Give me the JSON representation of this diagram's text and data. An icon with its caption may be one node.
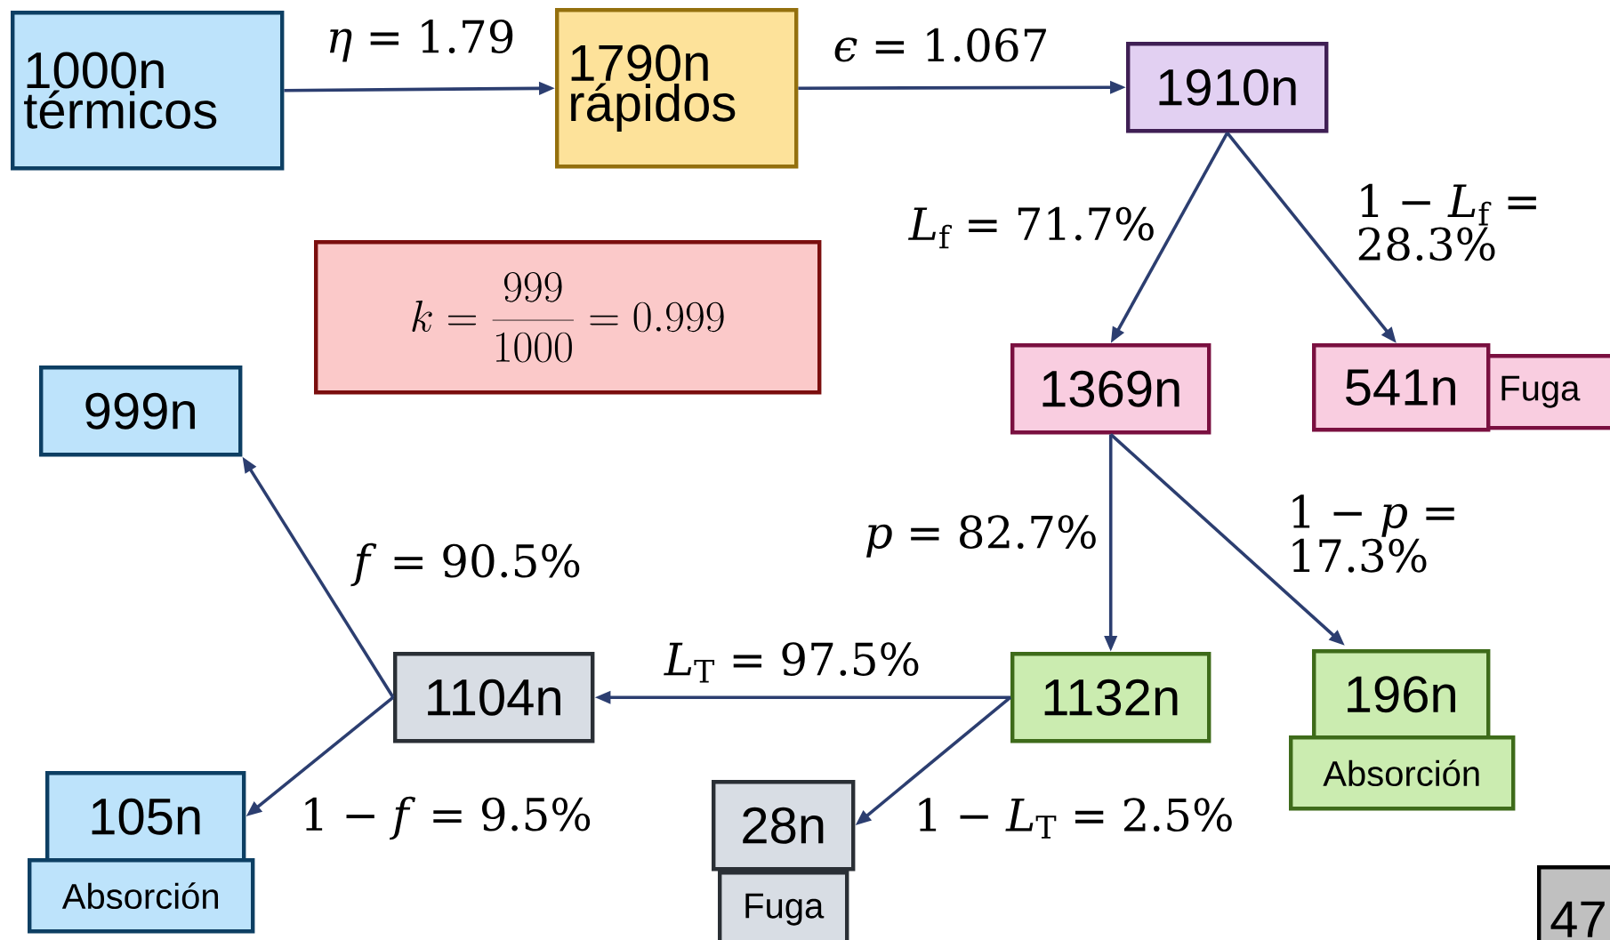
{
  "diagram": {
    "nodes": [
      {
        "text": [
          "1000n térmicos"
        ]
      },
      {
        "text": [
          "1790n rápidos"
        ]
      },
      {
        "text": [
          "1910n"
        ]
      },
      {
        "text": [
          "k = \\frac{999}{1000} = 0.999"
        ]
      },
      {
        "text": [
          "1369n"
        ]
      },
      {
        "text": [
          "541n"
        ]
      },
      {
        "text": [
          "Fuga"
        ]
      },
      {
        "text": [
          "999n"
        ]
      },
      {
        "text": [
          "1104n"
        ]
      },
      {
        "text": [
          "1132n"
        ]
      },
      {
        "text": [
          "196n"
        ]
      },
      {
        "text": [
          "Absorción"
        ]
      },
      {
        "text": [
          "105n"
        ]
      },
      {
        "text": [
          "Absorción"
        ]
      },
      {
        "text": [
          "28n"
        ]
      },
      {
        "text": [
          "Fuga"
        ]
      },
      {
        "text": [
          "47"
        ]
      }
    ],
    "edges": [
      {
        "from": 0,
        "to": 1,
        "arrow": "to",
        "label": "*η* = 1.79"
      },
      {
        "from": 1,
        "to": 2,
        "arrow": "to",
        "label": "*ϵ* = 1.067"
      },
      {
        "from": 2,
        "to": 4,
        "arrow": "to",
        "label": "*L*$_{f}$ = 71.7%"
      },
      {
        "from": 2,
        "to": 5,
        "arrow": "to",
        "label": "1 − *L*$_{f}$ = 28.3%"
      },
      {
        "from": 4,
        "to": 9,
        "arrow": "to",
        "label": "*p* = 82.7%"
      },
      {
        "from": 4,
        "to": 10,
        "arrow": "to",
        "label": "1 − *p* = 17.3%"
      },
      {
        "from": 9,
        "to": 8,
        "arrow": "to",
        "label": "*L*$_{T}$ = 97.5%"
      },
      {
        "from": 9,
        "to": 14,
        "arrow": "to",
        "label": "1 − *L*$_{T}$ = 2.5%"
      },
      {
        "from": 8,
        "to": 7,
        "arrow": "to",
        "label": "*f* = 90.5%"
      },
      {
        "from": 8,
        "to": 12,
        "arrow": "to",
        "label": "1 − *f* = 9.5%"
      }
    ]
  }
}
